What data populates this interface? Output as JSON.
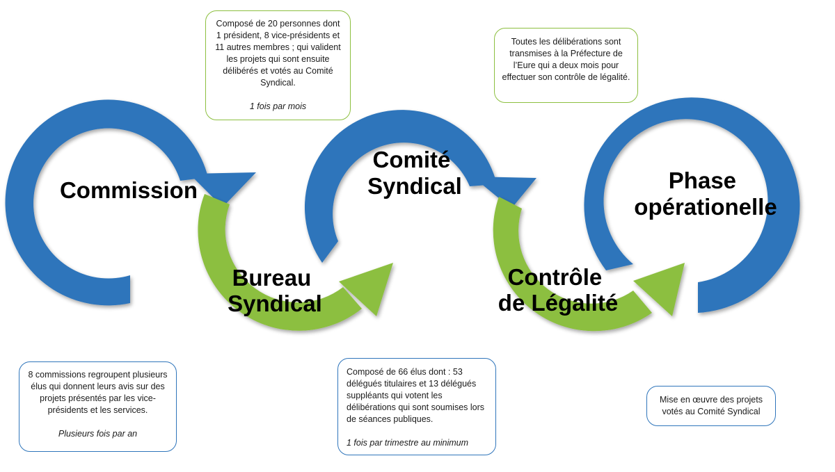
{
  "diagram": {
    "stages": [
      {
        "label_lines": [
          "Commission"
        ],
        "color": "#2f75bb"
      },
      {
        "label_lines": [
          "Bureau",
          "Syndical"
        ],
        "color": "#8cbf3f"
      },
      {
        "label_lines": [
          "Comité",
          "Syndical"
        ],
        "color": "#2f75bb"
      },
      {
        "label_lines": [
          "Contrôle",
          "de Légalité"
        ],
        "color": "#8cbf3f"
      },
      {
        "label_lines": [
          "Phase",
          "opérationelle"
        ],
        "color": "#2f75bb"
      }
    ],
    "boxes": {
      "commission": {
        "text": "8 commissions regroupent plusieurs élus qui donnent leurs avis sur des projets présentés par les vice-présidents et les services.",
        "frequency": "Plusieurs fois par an"
      },
      "bureau": {
        "text": "Composé de 20 personnes dont 1 président, 8 vice-présidents et 11 autres membres ; qui valident les projets qui sont ensuite délibérés et votés au Comité Syndical.",
        "frequency": "1 fois par mois"
      },
      "comite": {
        "text": "Composé de 66 élus dont : 53 délégués titulaires et 13 délégués suppléants qui votent les délibérations qui sont soumises lors de séances publiques.",
        "frequency": "1 fois par trimestre au minimum"
      },
      "controle": {
        "text": "Toutes les délibérations sont transmises à la Préfecture de l’Eure qui a deux mois pour effectuer son contrôle de légalité."
      },
      "phase": {
        "text": "Mise en œuvre des projets votés au Comité Syndical"
      }
    }
  }
}
